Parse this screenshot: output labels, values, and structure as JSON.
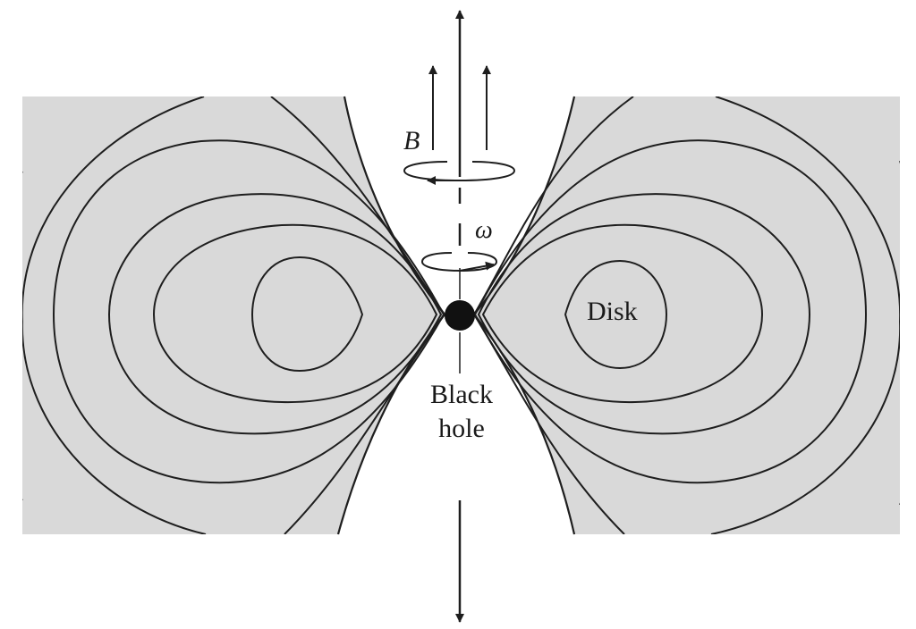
{
  "labels": {
    "field": "B",
    "spin": "ω",
    "disk": "Disk",
    "black_hole": [
      "Black",
      "hole"
    ]
  },
  "colors": {
    "disk_fill": "#d9d9d9",
    "line": "#1e1e1e",
    "background": "#ffffff"
  }
}
